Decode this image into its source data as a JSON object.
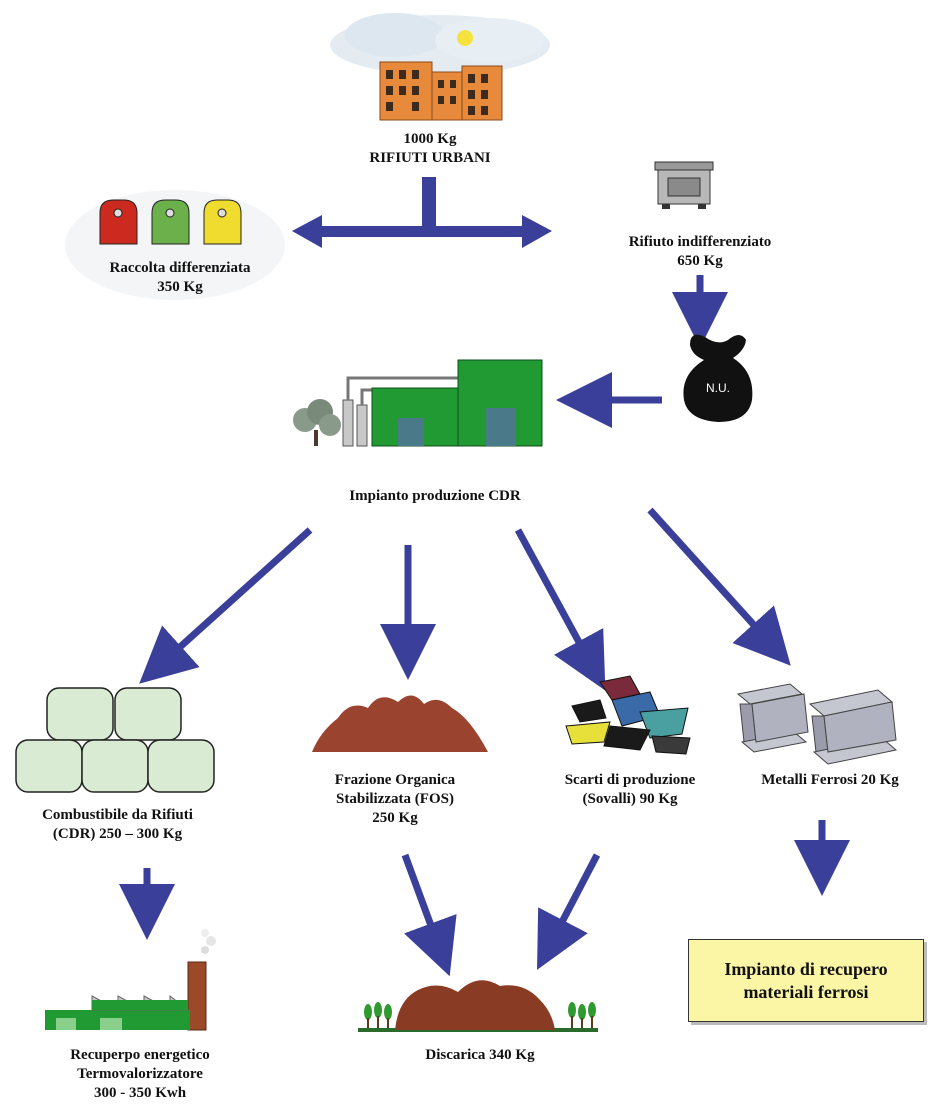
{
  "source": {
    "amount": "1000 Kg",
    "label": "RIFIUTI URBANI"
  },
  "separate": {
    "label": "Raccolta differenziata",
    "amount": "350 Kg"
  },
  "unsorted": {
    "label": "Rifiuto indifferenziato",
    "amount": "650 Kg"
  },
  "bag_text": "N.U.",
  "plant": {
    "label": "Impianto produzione CDR"
  },
  "outputs": {
    "cdr": {
      "line1": "Combustibile da Rifiuti",
      "line2": "(CDR) 250 – 300 Kg"
    },
    "fos": {
      "line1": "Frazione Organica",
      "line2": "Stabilizzata (FOS)",
      "line3": "250 Kg"
    },
    "scarti": {
      "line1": "Scarti di produzione",
      "line2": "(Sovalli) 90 Kg"
    },
    "metalli": {
      "line1": "Metalli Ferrosi 20 Kg"
    }
  },
  "energy": {
    "line1": "Recuperpo energetico",
    "line2": "Termovalorizzatore",
    "line3": "300 - 350 Kwh"
  },
  "landfill": {
    "label": "Discarica 340 Kg"
  },
  "ferrous_plant": {
    "line1": "Impianto di recupero",
    "line2": "materiali ferrosi"
  },
  "colors": {
    "arrow": "#3a3f9a",
    "plant_green": "#229a33",
    "bale": "#d9ebd2",
    "box_fill": "#fbf5a6",
    "earth": "#8a3b24"
  }
}
